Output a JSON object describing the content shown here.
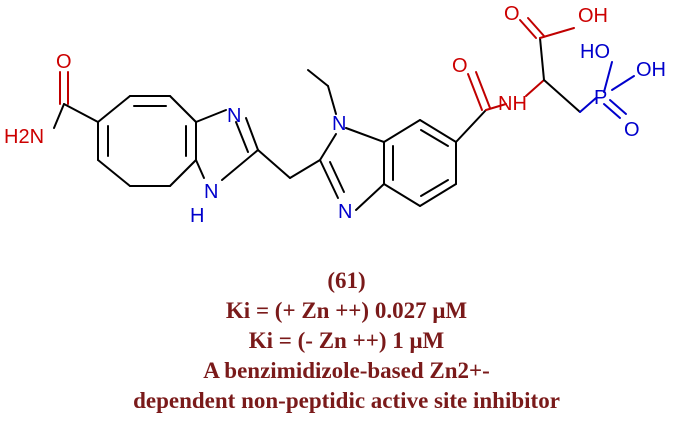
{
  "molecule": {
    "atoms": {
      "amide_O": "O",
      "amide_N": "H2N",
      "bzim1_N3": "N",
      "bzim1_NH_N": "N",
      "bzim1_NH_H": "H",
      "bzim2_N1": "N",
      "bzim2_N3": "N",
      "amide2_O": "O",
      "amide2_NH": "NH",
      "acid_O_dbl": "O",
      "acid_OH": "OH",
      "p_OH_left": "HO",
      "p_OH_right": "OH",
      "phosphorus": "P",
      "p_O_dbl": "O"
    },
    "colors": {
      "oxygen_nitrogen": "#cc0000",
      "phosphonate_acid": "#0000cc",
      "caption": "#7a1a1a"
    }
  },
  "caption": {
    "compound_number": "(61)",
    "ki_with_zn": "Ki = (+ Zn ++) 0.027 μM",
    "ki_without_zn": "Ki = (- Zn ++) 1 μM",
    "description_line1": "A benzimidizole-based Zn2+-",
    "description_line2": "dependent non-peptidic active site inhibitor"
  }
}
